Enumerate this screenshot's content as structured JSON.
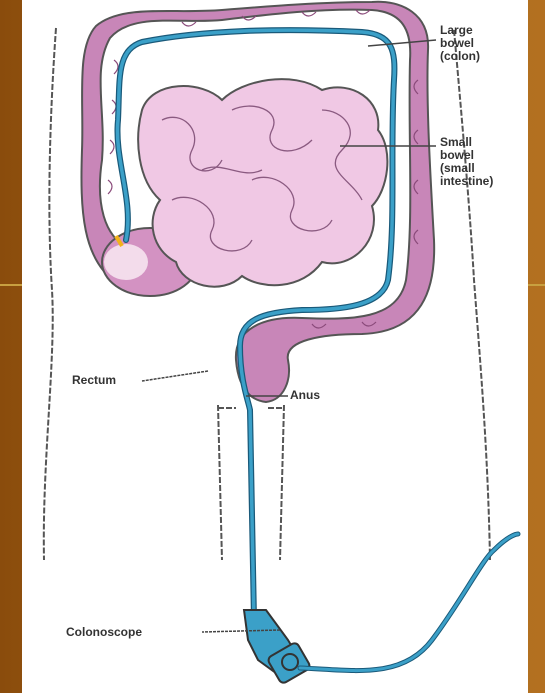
{
  "labels": {
    "large_bowel": [
      "Large",
      "bowel",
      "(colon)"
    ],
    "small_bowel": [
      "Small",
      "bowel",
      "(small",
      "intestine)"
    ],
    "rectum": "Rectum",
    "anus": "Anus",
    "colonoscope": "Colonoscope"
  },
  "colors": {
    "slide_background": "#9a5a12",
    "colon": "#c886b8",
    "small_intestine": "#f0c8e4",
    "scope": "#3ba0c8",
    "outline": "#555555"
  }
}
